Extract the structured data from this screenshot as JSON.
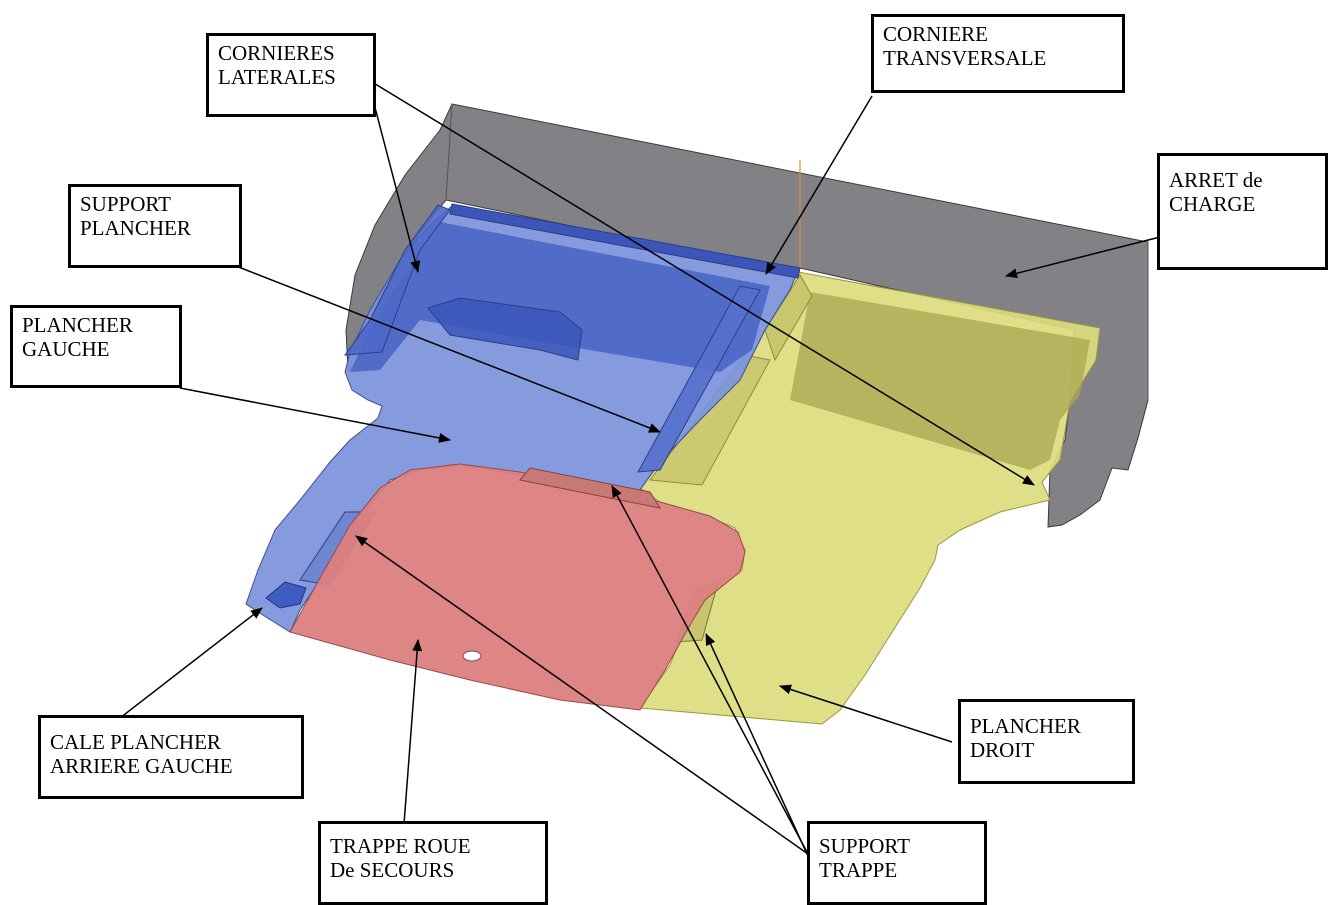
{
  "labels": {
    "cornieres_laterales": [
      "CORNIERES",
      "LATERALES"
    ],
    "corniere_transversale": [
      "CORNIERE",
      "TRANSVERSALE"
    ],
    "arret_de_charge": [
      "ARRET de",
      "CHARGE"
    ],
    "support_plancher": [
      "SUPPORT",
      "PLANCHER"
    ],
    "plancher_gauche": [
      "PLANCHER",
      "GAUCHE"
    ],
    "cale_plancher": [
      "CALE PLANCHER",
      "ARRIERE GAUCHE"
    ],
    "trappe_roue": [
      "TRAPPE ROUE",
      "De SECOURS"
    ],
    "support_trappe": [
      "SUPPORT",
      "TRAPPE"
    ],
    "plancher_droit": [
      "PLANCHER",
      "DROIT"
    ]
  },
  "colors": {
    "gray_panel": "#7b7b80",
    "blue_floor": "#7b92da",
    "blue_dark": "#3f5cc0",
    "yellow_floor": "#dcdc7e",
    "yellow_dark": "#a8a650",
    "red_hatch": "#dc7f80",
    "edge": "#000000"
  }
}
